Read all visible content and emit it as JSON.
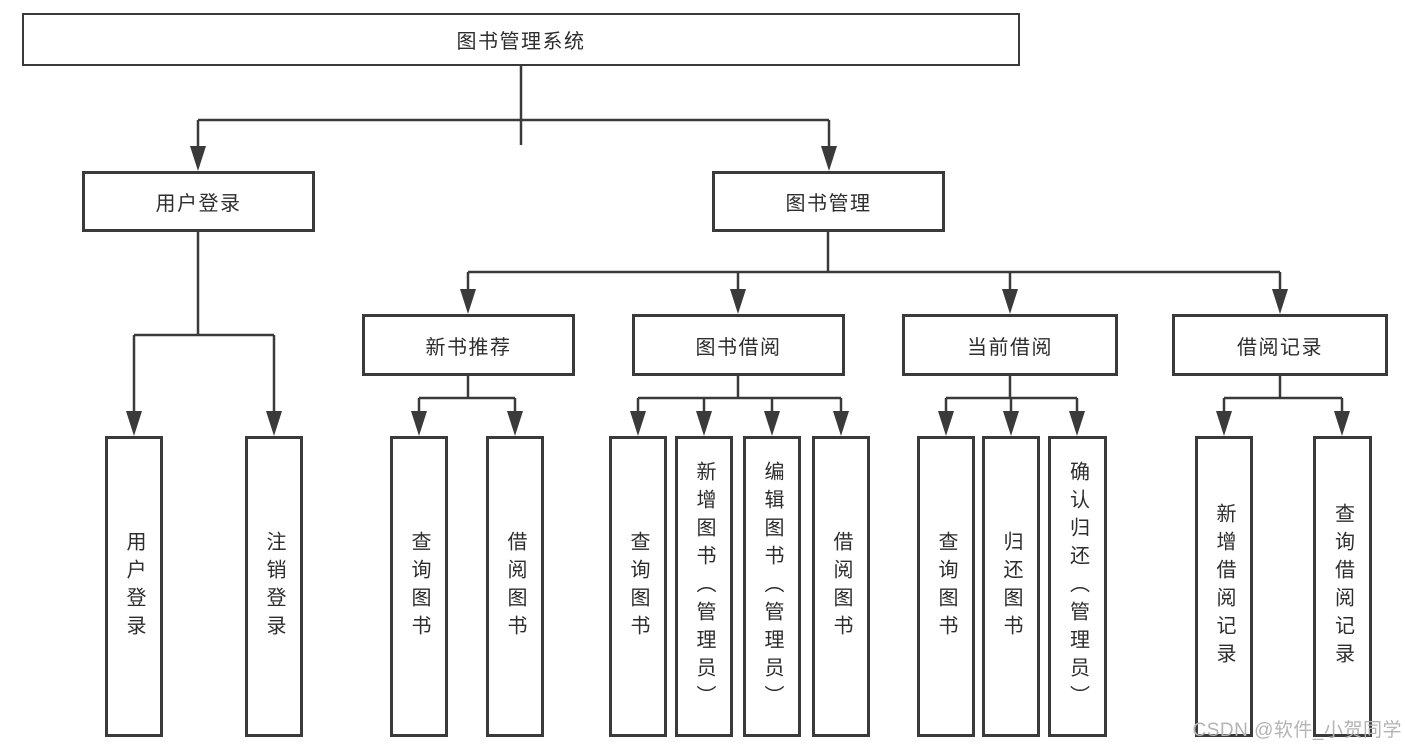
{
  "tree": {
    "label": "图书管理系统",
    "children": [
      {
        "label": "用户登录",
        "children": [
          {
            "label": "用户登录"
          },
          {
            "label": "注销登录"
          }
        ]
      },
      {
        "label": "图书管理",
        "children": [
          {
            "label": "新书推荐",
            "children": [
              {
                "label": "查询图书"
              },
              {
                "label": "借阅图书"
              }
            ]
          },
          {
            "label": "图书借阅",
            "children": [
              {
                "label": "查询图书"
              },
              {
                "label": "新增图书（管理员）"
              },
              {
                "label": "编辑图书（管理员）"
              },
              {
                "label": "借阅图书"
              }
            ]
          },
          {
            "label": "当前借阅",
            "children": [
              {
                "label": "查询图书"
              },
              {
                "label": "归还图书"
              },
              {
                "label": "确认归还（管理员）"
              }
            ]
          },
          {
            "label": "借阅记录",
            "children": [
              {
                "label": "新增借阅记录"
              },
              {
                "label": "查询借阅记录"
              }
            ]
          }
        ]
      }
    ]
  },
  "watermark": {
    "text": "CSDN @软件_小贺同学"
  },
  "colors": {
    "line": "#3a3a3a",
    "box_border": "#3a3a3a",
    "text": "#2d2d2d",
    "background": "#ffffff",
    "watermark": "#b4b4b4"
  }
}
